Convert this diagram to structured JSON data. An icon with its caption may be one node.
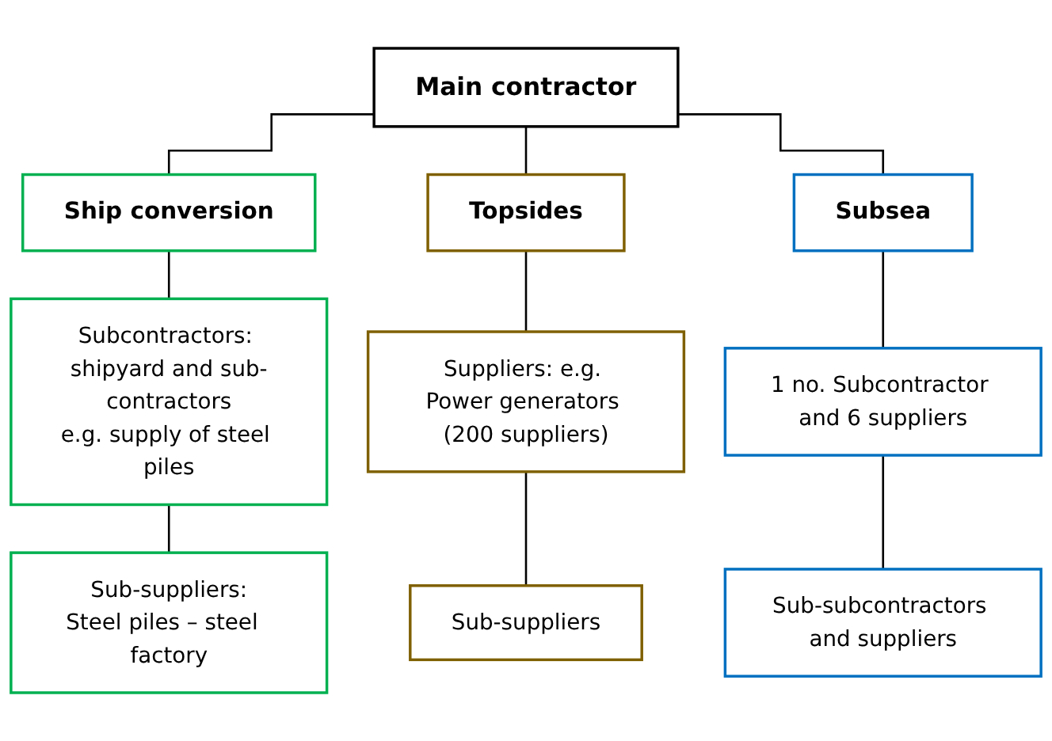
{
  "diagram": {
    "nodes": [
      {
        "text": [
          "Main contractor"
        ]
      },
      {
        "text": [
          "Ship conversion"
        ]
      },
      {
        "text": [
          "Topsides"
        ]
      },
      {
        "text": [
          "Subsea"
        ]
      },
      {
        "text": [
          "Subcontractors: shipyard and sub-contractors",
          "e.g. supply of steel piles"
        ]
      },
      {
        "text": [
          "Suppliers: e.g. Power generators (200 suppliers)"
        ]
      },
      {
        "text": [
          "1 no. Subcontractor and 6 suppliers"
        ]
      },
      {
        "text": [
          "Sub-suppliers:",
          "Steel piles – steel  factory"
        ]
      },
      {
        "text": [
          "Sub-suppliers"
        ]
      },
      {
        "text": [
          "Sub-subcontractors and suppliers"
        ]
      }
    ],
    "edges": [
      {
        "from": 0,
        "to": 1,
        "arrow": "none"
      },
      {
        "from": 0,
        "to": 2,
        "arrow": "none"
      },
      {
        "from": 0,
        "to": 3,
        "arrow": "none"
      },
      {
        "from": 1,
        "to": 4,
        "arrow": "none"
      },
      {
        "from": 2,
        "to": 5,
        "arrow": "none"
      },
      {
        "from": 3,
        "to": 6,
        "arrow": "none"
      },
      {
        "from": 4,
        "to": 7,
        "arrow": "none"
      },
      {
        "from": 5,
        "to": 8,
        "arrow": "none"
      },
      {
        "from": 6,
        "to": 9,
        "arrow": "none"
      }
    ]
  }
}
